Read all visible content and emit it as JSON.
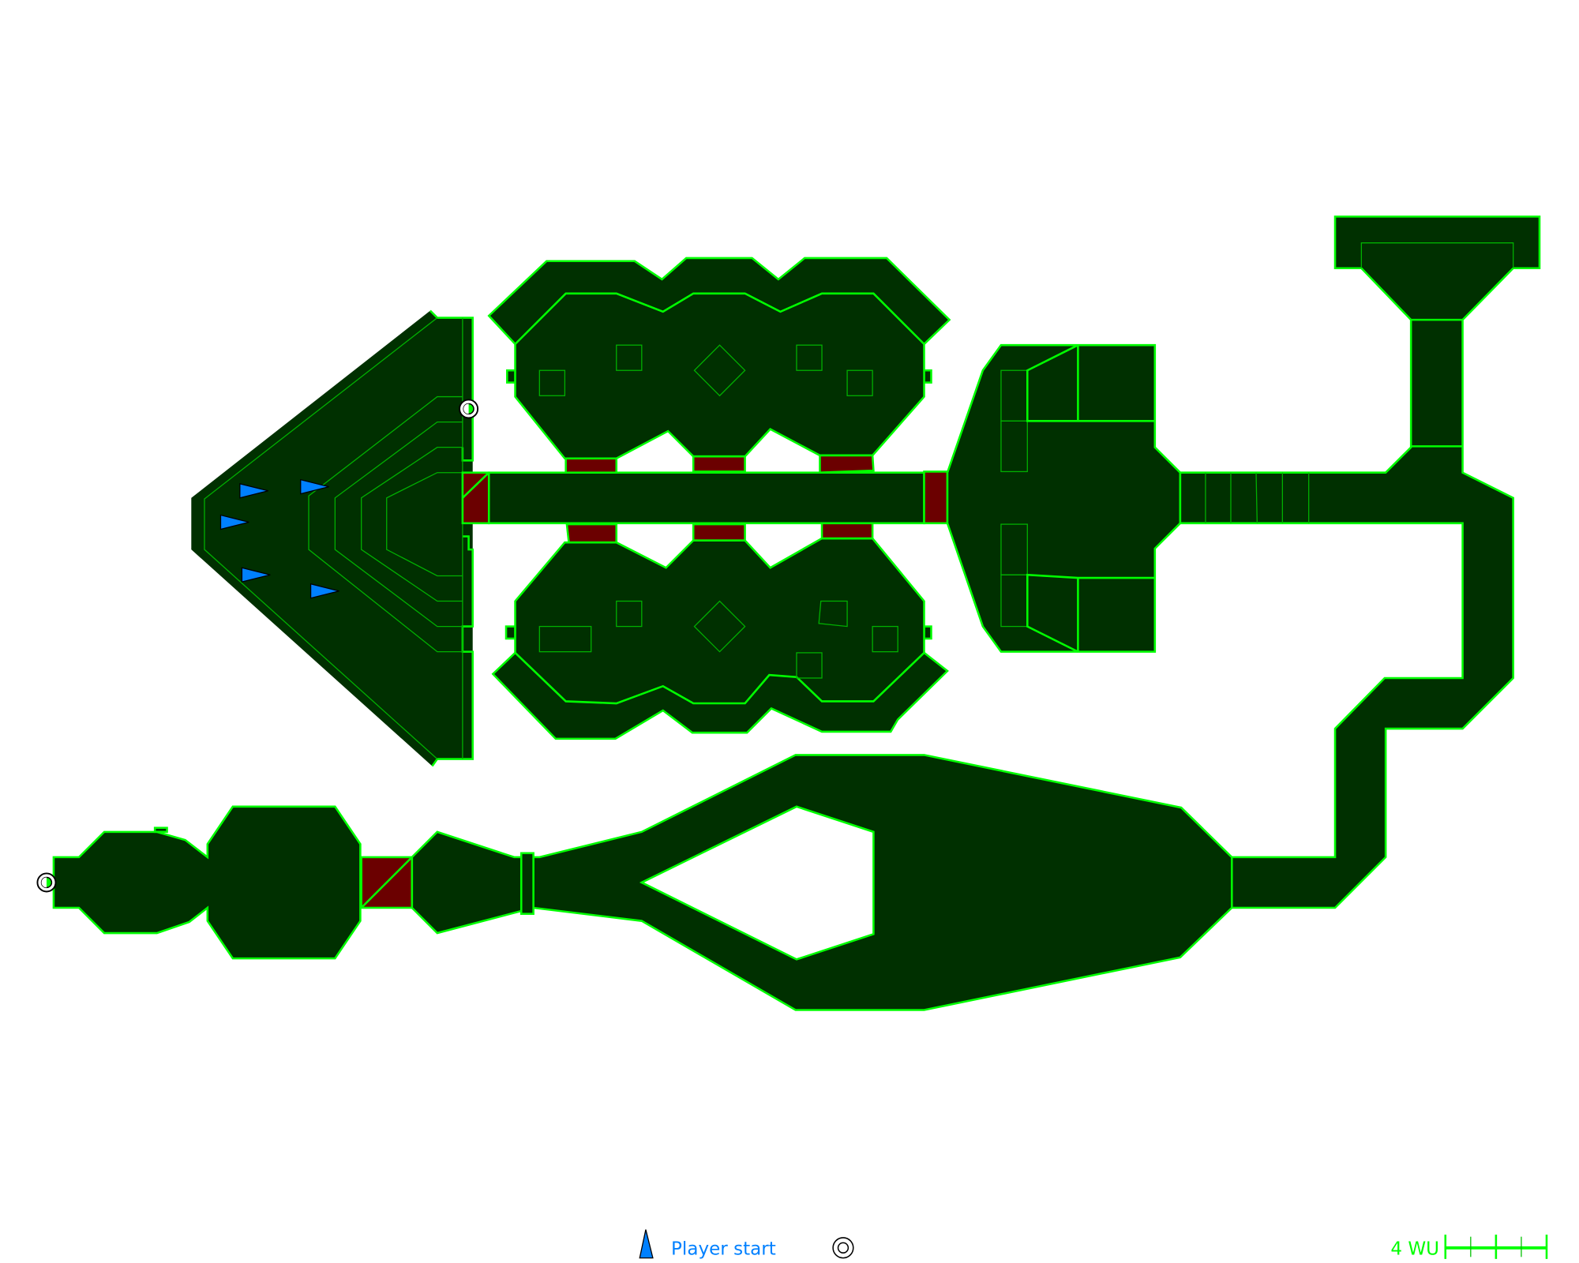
{
  "map": {
    "colors": {
      "floor": "#003000",
      "wall": "#00ff00",
      "door": "#6b0000",
      "spawn": "#0080ff",
      "background": "#ffffff"
    },
    "player_start_count": 5,
    "objective_marker_count": 2
  },
  "legend": {
    "player_start_label": "Player start",
    "player_start_icon": "triangle-icon",
    "marker_icon": "ring-target-icon"
  },
  "scale": {
    "label": "4 WU",
    "divisions": 4
  }
}
